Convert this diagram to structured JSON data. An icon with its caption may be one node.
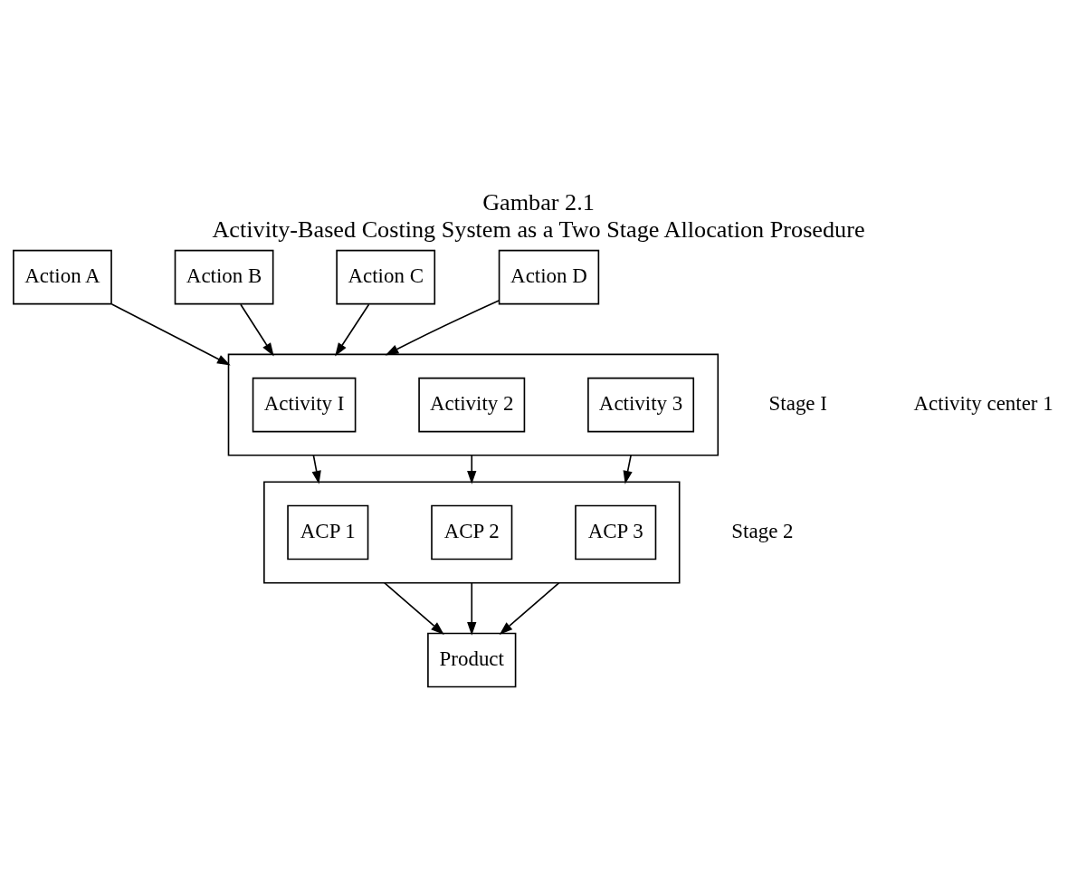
{
  "diagram": {
    "title": "Gambar 2.1",
    "caption": "Activity-Based Costing System as a Two Stage Allocation Prosedure",
    "nodes": [
      {
        "text": [
          "Action A"
        ]
      },
      {
        "text": [
          "Action B"
        ]
      },
      {
        "text": [
          "Action C"
        ]
      },
      {
        "text": [
          "Action D"
        ]
      },
      {
        "text": [],
        "shape": "box"
      },
      {
        "text": [
          "Activity I"
        ],
        "in": 4
      },
      {
        "text": [
          "Activity 2"
        ],
        "in": 4
      },
      {
        "text": [
          "Activity 3"
        ],
        "in": 4
      },
      {
        "text": [],
        "shape": "box"
      },
      {
        "text": [
          "ACP 1"
        ],
        "in": 8
      },
      {
        "text": [
          "ACP 2"
        ],
        "in": 8
      },
      {
        "text": [
          "ACP 3"
        ],
        "in": 8
      },
      {
        "text": [
          "Product"
        ]
      }
    ],
    "edges": [
      {
        "from": 0,
        "to": 4,
        "arrow": "to"
      },
      {
        "from": 1,
        "to": 4,
        "arrow": "to"
      },
      {
        "from": 2,
        "to": 4,
        "arrow": "to"
      },
      {
        "from": 3,
        "to": 4,
        "arrow": "to"
      },
      {
        "from": 4,
        "to": 8,
        "arrow": "to"
      },
      {
        "from": 4,
        "to": 8,
        "arrow": "to"
      },
      {
        "from": 4,
        "to": 8,
        "arrow": "to"
      },
      {
        "from": 8,
        "to": 12,
        "arrow": "to"
      },
      {
        "from": 8,
        "to": 12,
        "arrow": "to"
      },
      {
        "from": 8,
        "to": 12,
        "arrow": "to"
      }
    ],
    "labels": [
      "Stage I",
      "Activity center 1",
      "Stage 2"
    ]
  }
}
